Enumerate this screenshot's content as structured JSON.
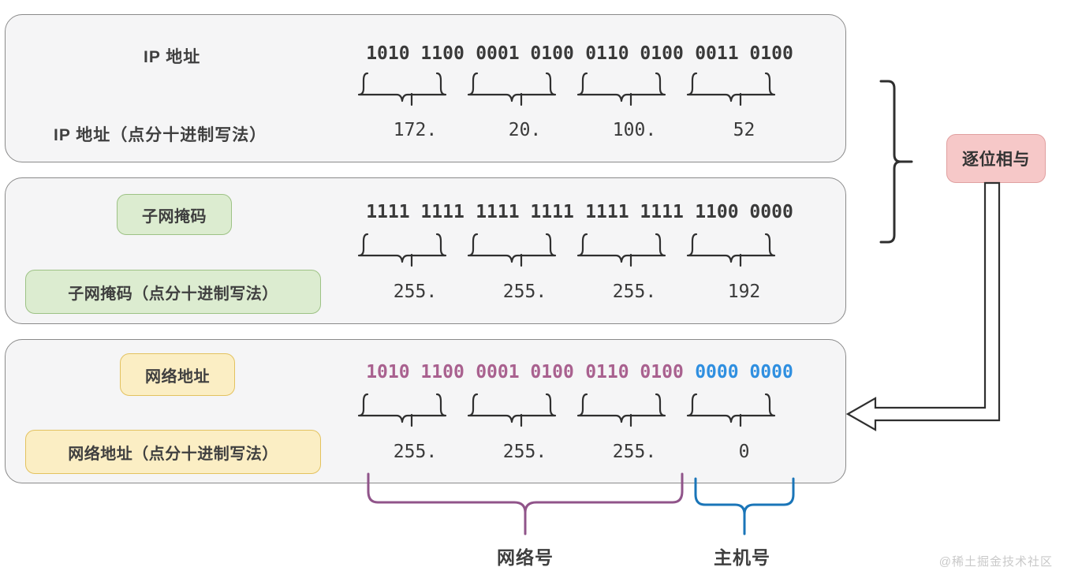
{
  "diagram": {
    "title": "IP address bitwise AND with subnet mask",
    "colors": {
      "panel_bg": "#f5f5f6",
      "panel_border": "#8a8a8a",
      "green_fill": "#dcecd0",
      "green_border": "#9dc285",
      "yellow_fill": "#fbeec4",
      "yellow_border": "#e3c25f",
      "pink_fill": "#f6c8c8",
      "pink_border": "#e0a0a0",
      "network_purple": "#a9618f",
      "host_blue": "#2f8fe0",
      "text": "#3f3f3f"
    }
  },
  "panels": [
    {
      "id": "ip",
      "binary_label": "IP 地址",
      "decimal_label": "IP 地址（点分十进制写法）",
      "label_style": "plain",
      "binary_octets": [
        "1010 1100",
        "0001 0100",
        "0110 0100",
        "0011 0100"
      ],
      "binary_octet_colors": [
        "dark",
        "dark",
        "dark",
        "dark"
      ],
      "decimal_octets": [
        "172.",
        "20.",
        "100.",
        "52"
      ]
    },
    {
      "id": "mask",
      "binary_label": "子网掩码",
      "decimal_label": "子网掩码（点分十进制写法）",
      "label_style": "green",
      "binary_octets": [
        "1111 1111",
        "1111 1111",
        "1111 1111",
        "1100 0000"
      ],
      "binary_octet_colors": [
        "dark",
        "dark",
        "dark",
        "dark"
      ],
      "decimal_octets": [
        "255.",
        "255.",
        "255.",
        "192"
      ]
    },
    {
      "id": "network",
      "binary_label": "网络地址",
      "decimal_label": "网络地址（点分十进制写法）",
      "label_style": "yellow",
      "binary_octets": [
        "1010 1100",
        "0001 0100",
        "0110 0100",
        "0000 0000"
      ],
      "binary_octet_colors": [
        "purple",
        "purple",
        "purple",
        "blue"
      ],
      "decimal_octets": [
        "255.",
        "255.",
        "255.",
        "0"
      ]
    }
  ],
  "annotations": {
    "operation_label": "逐位相与",
    "network_part_label": "网络号",
    "host_part_label": "主机号"
  },
  "watermark": "@稀土掘金技术社区"
}
